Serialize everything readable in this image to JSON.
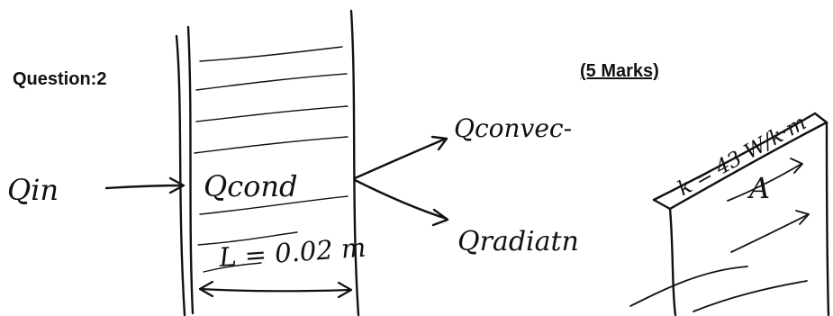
{
  "header": {
    "question_title": "Question:2",
    "marks": "(5 Marks)"
  },
  "diagram": {
    "q_in": "Qin",
    "q_cond": "Qcond",
    "q_convec": "Qconvec-",
    "q_radiation": "Qradiatn",
    "thickness_label": "L = 0.02 m",
    "conductivity_label": "k = 43 W/k·m",
    "area_label": "A"
  },
  "colors": {
    "ink": "#111111",
    "background": "#ffffff"
  }
}
